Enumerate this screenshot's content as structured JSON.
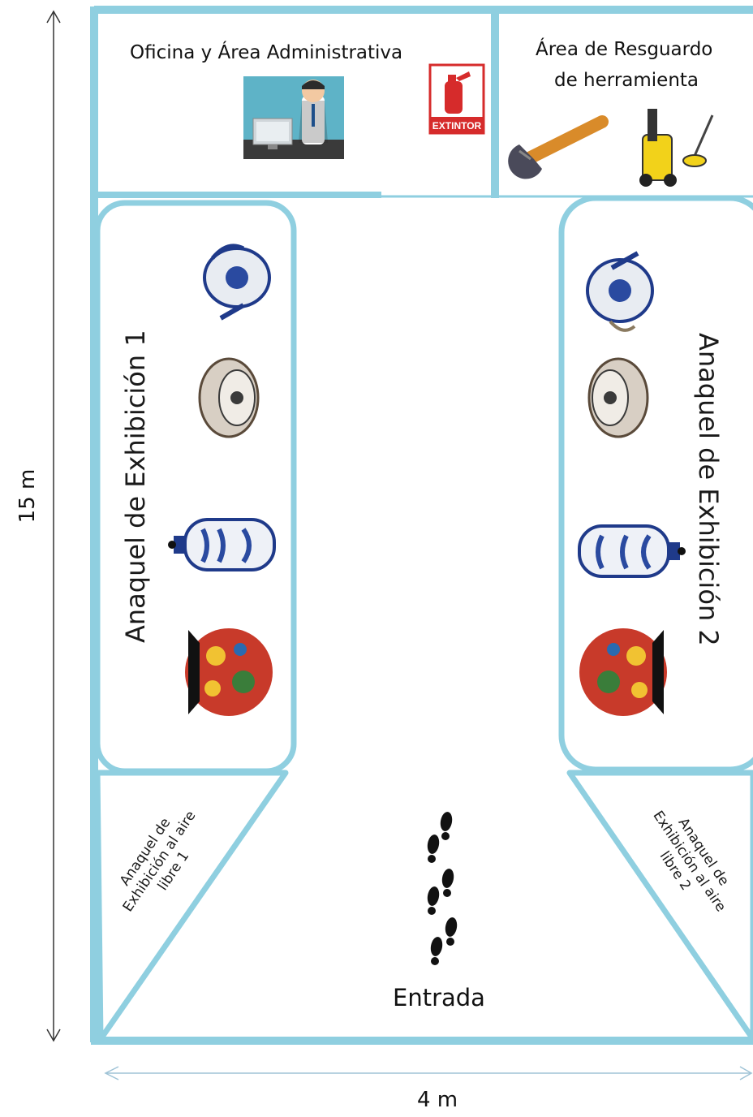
{
  "labels": {
    "office": "Oficina y Área Administrativa",
    "storage_line1": "Área de Resguardo",
    "storage_line2": "de herramienta",
    "shelf1": "Anaquel de Exhibición 1",
    "shelf2": "Anaquel de Exhibición 2",
    "outdoor1_line1": "Anaquel de",
    "outdoor1_line2": "Exhibición al aire",
    "outdoor1_line3": "libre 1",
    "outdoor2_line1": "Anaquel de",
    "outdoor2_line2": "Exhibición al aire",
    "outdoor2_line3": "libre 2",
    "entrance": "Entrada",
    "extinguisher": "EXTINTOR",
    "height_dim": "15 m",
    "width_dim": "4 m"
  },
  "colors": {
    "wall": "#8fcfe0",
    "extinguisher_red": "#d62b2b",
    "dimension_arrow": "#9fc3d6"
  },
  "icons": [
    "office-worker-icon",
    "fire-extinguisher-icon",
    "wrench-icon",
    "pressure-washer-icon",
    "teapot-icon",
    "bowl-icon",
    "jar-icon",
    "vase-icon",
    "footprints-icon"
  ]
}
